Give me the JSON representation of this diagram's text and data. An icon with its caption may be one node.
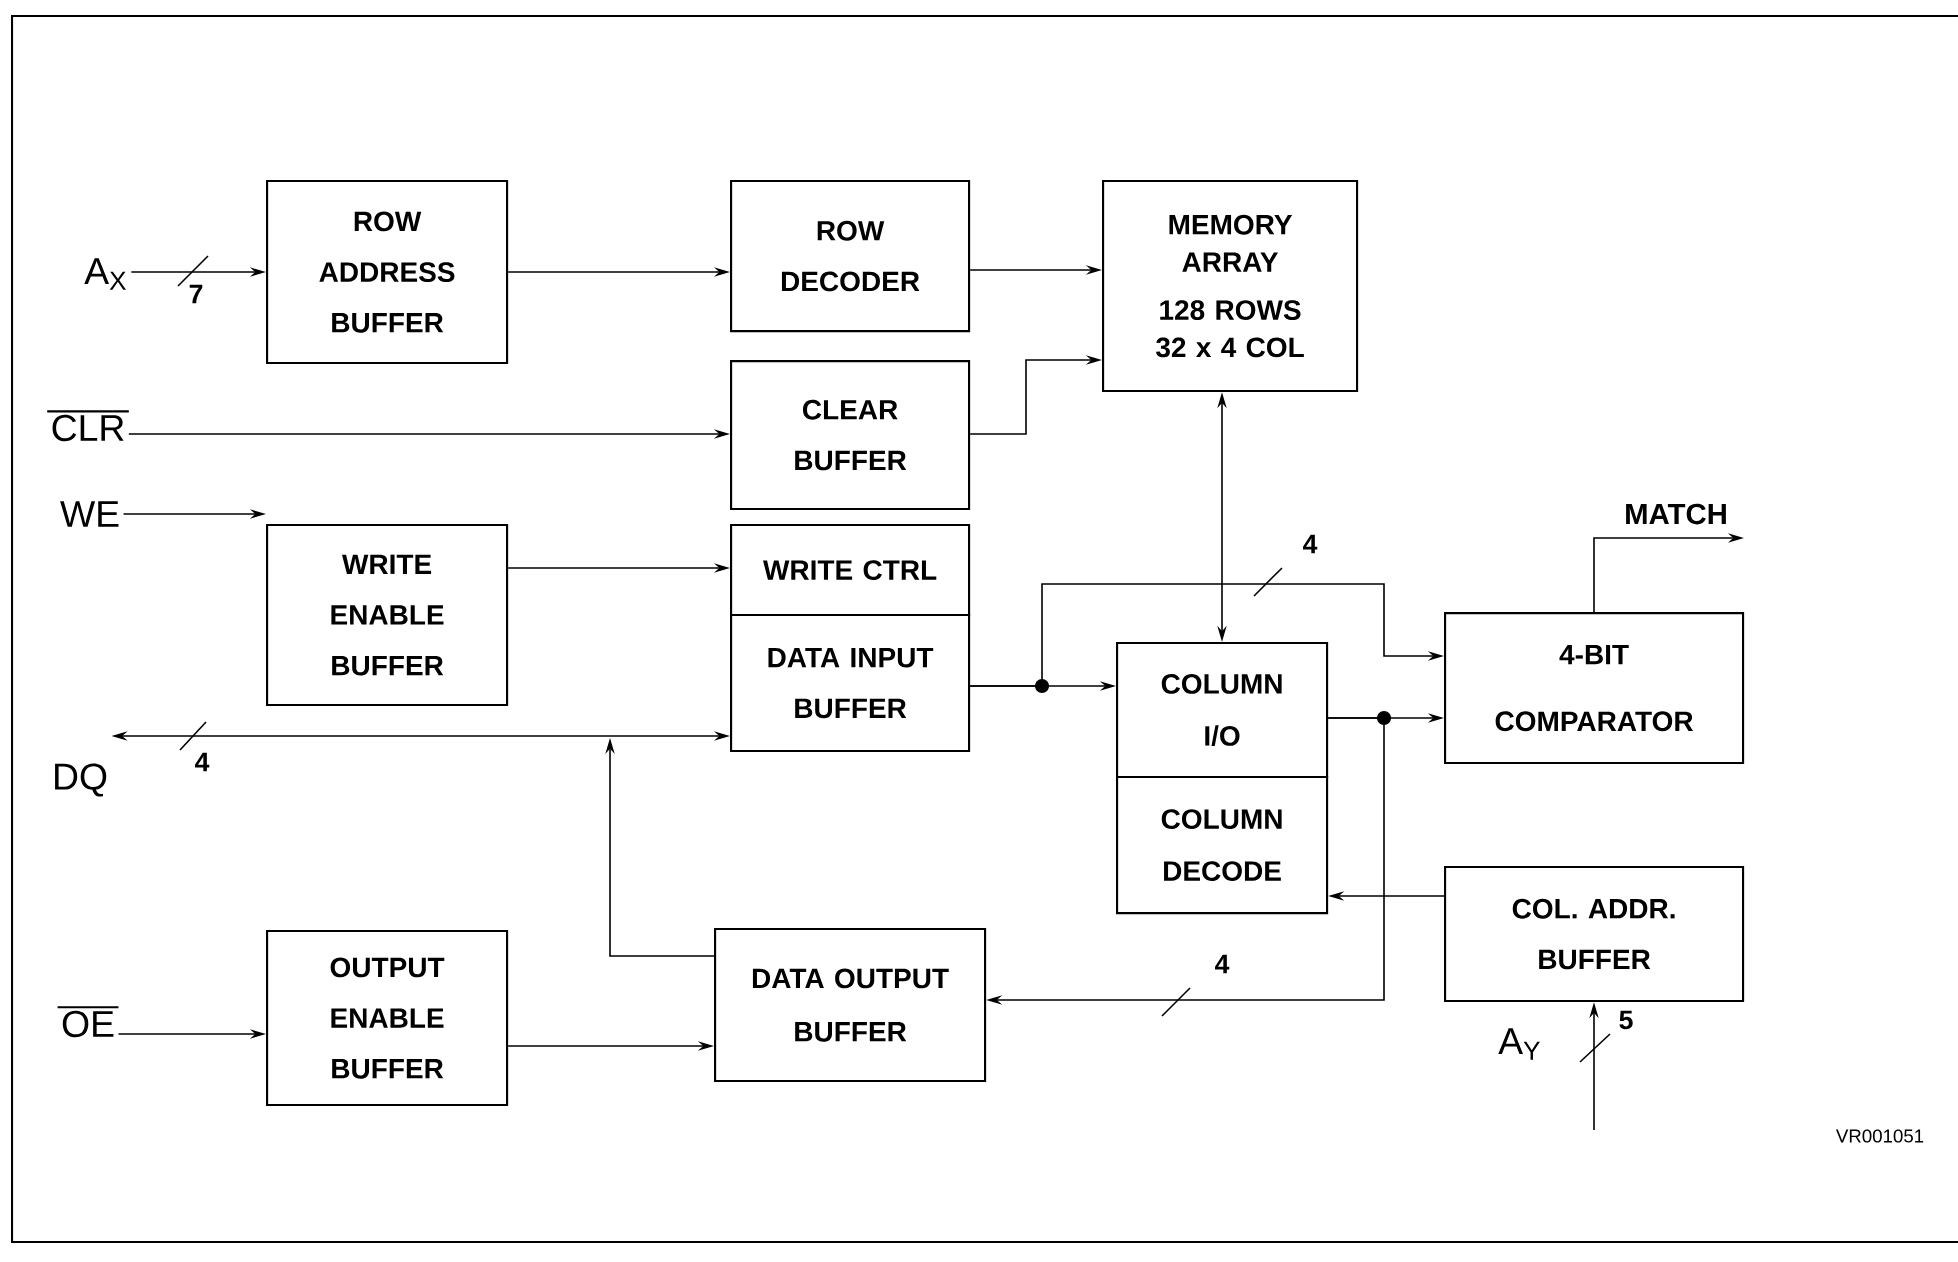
{
  "diagram": {
    "nodes": [
      {
        "text": [
          "A$_{X}$"
        ]
      },
      {
        "text": [
          "ROW ADDRESS BUFFER"
        ]
      },
      {
        "text": [
          "ROW DECODER"
        ]
      },
      {
        "text": [
          "MEMORY ARRAY",
          "128 ROWS 32 x 4 COL"
        ]
      },
      {
        "text": [
          "CLR"
        ]
      },
      {
        "text": [
          "CLEAR BUFFER"
        ]
      },
      {
        "text": [
          "WE"
        ]
      },
      {
        "text": [
          "WRITE ENABLE BUFFER"
        ]
      },
      {
        "text": [
          "WRITE CTRL"
        ]
      },
      {
        "text": [
          "DATA INPUT BUFFER"
        ]
      },
      {
        "text": [
          "DQ"
        ]
      },
      {
        "text": [
          "COLUMN I/O"
        ]
      },
      {
        "text": [
          "COLUMN DECODE"
        ]
      },
      {
        "text": [
          "4-BIT COMPARATOR"
        ]
      },
      {
        "text": [
          "COL. ADDR. BUFFER"
        ]
      },
      {
        "text": [
          "OE"
        ]
      },
      {
        "text": [
          "OUTPUT ENABLE BUFFER"
        ]
      },
      {
        "text": [
          "DATA OUTPUT BUFFER"
        ]
      }
    ],
    "edges": [
      {
        "from": 0,
        "to": 1,
        "arrow": "to",
        "label": "7"
      },
      {
        "from": 1,
        "to": 2,
        "arrow": "to"
      },
      {
        "from": 2,
        "to": 3,
        "arrow": "to"
      },
      {
        "from": 4,
        "to": 5,
        "arrow": "to"
      },
      {
        "from": 5,
        "to": 3,
        "arrow": "to"
      },
      {
        "from": 6,
        "to": 7,
        "arrow": "to"
      },
      {
        "from": 7,
        "to": 8,
        "arrow": "to"
      },
      {
        "from": 10,
        "to": 9,
        "arrow": "both",
        "label": "4"
      },
      {
        "from": 17,
        "to": null,
        "arrow": "to"
      },
      {
        "from": 9,
        "to": 11,
        "arrow": "to"
      },
      {
        "from": 9,
        "to": 13,
        "arrow": "to",
        "label": "4"
      },
      {
        "from": 3,
        "to": 11,
        "arrow": "both"
      },
      {
        "from": 11,
        "to": 13,
        "arrow": "to"
      },
      {
        "from": 11,
        "to": 17,
        "arrow": "to",
        "label": "4"
      },
      {
        "from": 14,
        "to": 12,
        "arrow": "to"
      },
      {
        "from": null,
        "to": 14,
        "arrow": "to",
        "label": "5"
      },
      {
        "from": 15,
        "to": 16,
        "arrow": "to"
      },
      {
        "from": 16,
        "to": 17,
        "arrow": "to"
      },
      {
        "from": 13,
        "to": null,
        "arrow": "to",
        "label": "MATCH"
      }
    ],
    "labels": [
      "A$_{Y}$",
      "VR001051"
    ]
  }
}
